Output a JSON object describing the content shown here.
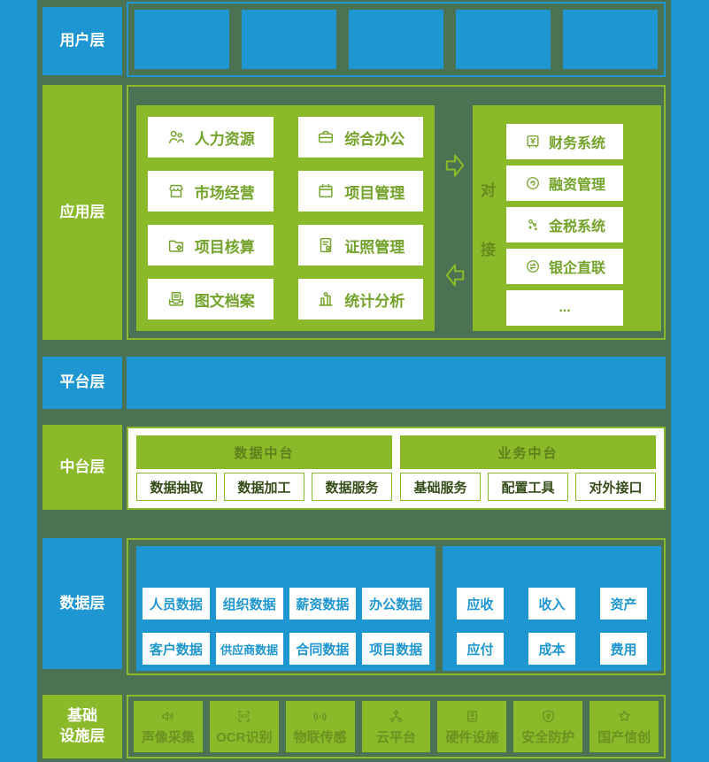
{
  "colors": {
    "blue": "#1e96d2",
    "green": "#8ab929",
    "background_green": "#4a7253",
    "white": "#ffffff"
  },
  "layers": {
    "user": {
      "label": "用户层",
      "box_count": 5
    },
    "app": {
      "label": "应用层",
      "modules": [
        {
          "icon": "people-icon",
          "label": "人力资源"
        },
        {
          "icon": "office-icon",
          "label": "综合办公"
        },
        {
          "icon": "market-icon",
          "label": "市场经营"
        },
        {
          "icon": "project-icon",
          "label": "项目管理"
        },
        {
          "icon": "accounting-icon",
          "label": "项目核算"
        },
        {
          "icon": "certificate-icon",
          "label": "证照管理"
        },
        {
          "icon": "archive-icon",
          "label": "图文档案"
        },
        {
          "icon": "chart-icon",
          "label": "统计分析"
        }
      ],
      "connector": {
        "char1": "对",
        "char2": "接"
      },
      "external_systems": [
        {
          "icon": "finance-safe-icon",
          "label": "财务系统"
        },
        {
          "icon": "coin-icon",
          "label": "融资管理"
        },
        {
          "icon": "tax-dots-icon",
          "label": "金税系统"
        },
        {
          "icon": "bank-exchange-icon",
          "label": "银企直联"
        },
        {
          "icon": "",
          "label": "..."
        }
      ]
    },
    "platform": {
      "label": "平台层"
    },
    "middle": {
      "label": "中台层",
      "groups": [
        {
          "header": "数据中台",
          "items": [
            "数据抽取",
            "数据加工",
            "数据服务"
          ]
        },
        {
          "header": "业务中台",
          "items": [
            "基础服务",
            "配置工具",
            "对外接口"
          ]
        }
      ]
    },
    "data": {
      "label": "数据层",
      "business_data": {
        "rows": [
          [
            "人员数据",
            "组织数据",
            "薪资数据",
            "办公数据"
          ],
          [
            "客户数据",
            "供应商数据",
            "合同数据",
            "项目数据"
          ]
        ]
      },
      "finance_data": {
        "rows": [
          [
            "应收",
            "收入",
            "资产"
          ],
          [
            "应付",
            "成本",
            "费用"
          ]
        ]
      }
    },
    "infra": {
      "label_line1": "基础",
      "label_line2": "设施层",
      "items": [
        {
          "icon": "speaker-icon",
          "label": "声像采集"
        },
        {
          "icon": "ocr-icon",
          "label": "OCR识别"
        },
        {
          "icon": "signal-icon",
          "label": "物联传感"
        },
        {
          "icon": "cloud-icon",
          "label": "云平台"
        },
        {
          "icon": "hardware-icon",
          "label": "硬件设施"
        },
        {
          "icon": "shield-icon",
          "label": "安全防护"
        },
        {
          "icon": "star-icon",
          "label": "国产信创"
        }
      ]
    }
  }
}
